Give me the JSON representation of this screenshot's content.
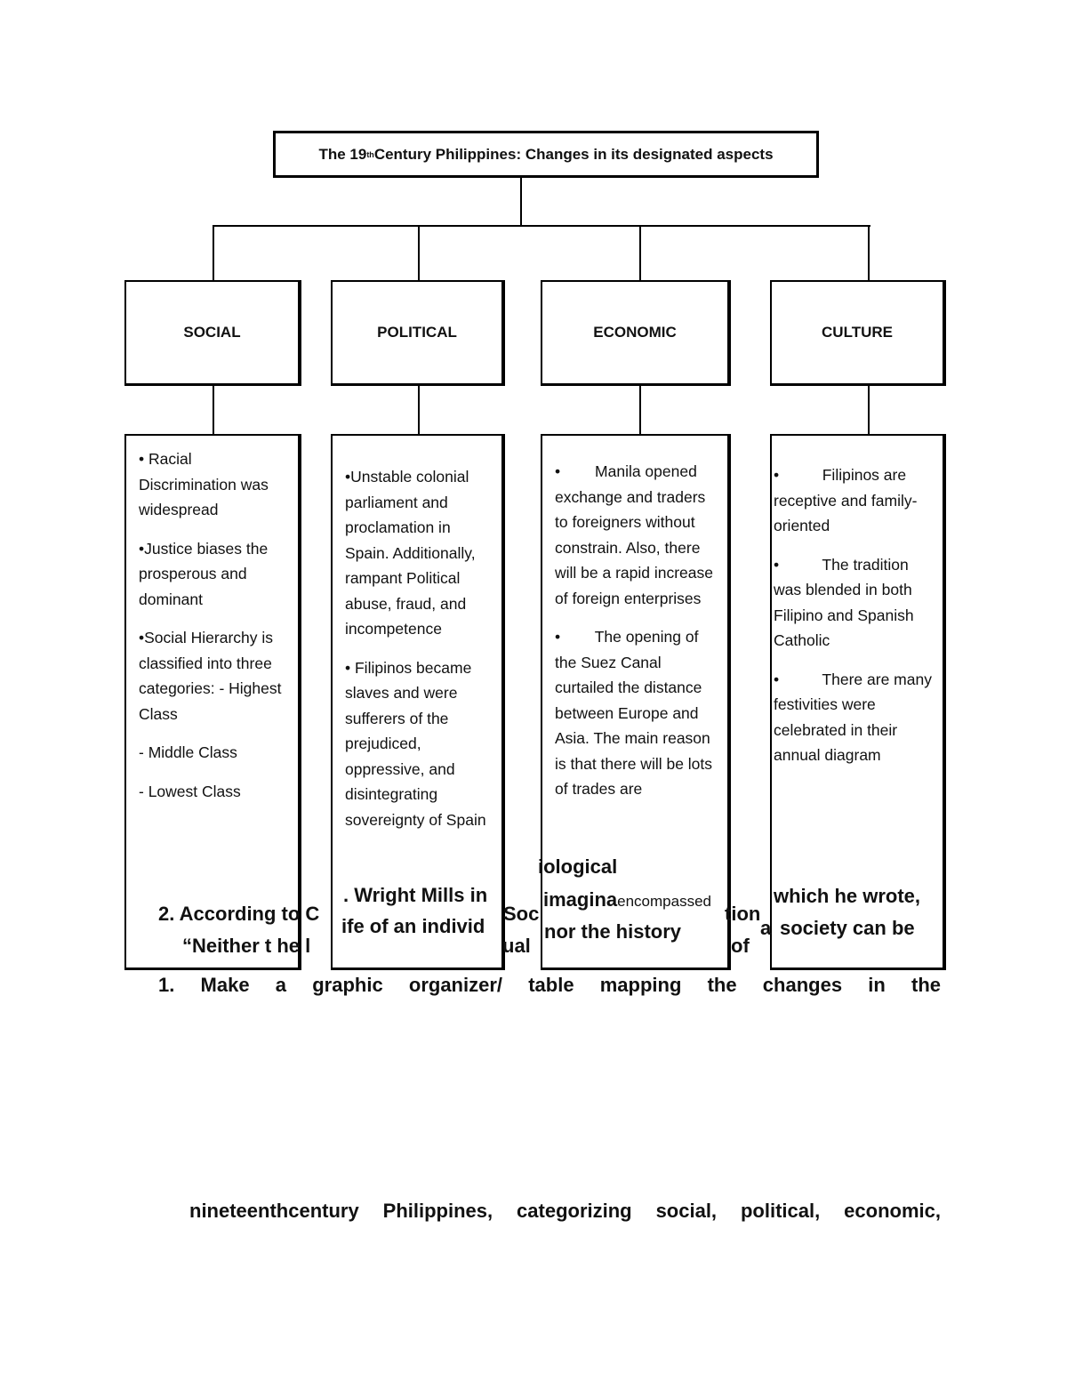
{
  "diagram": {
    "title_pre": "The 19",
    "title_sup": "th",
    "title_post": " Century Philippines: Changes in its designated aspects",
    "categories": [
      {
        "label": "SOCIAL",
        "items": [
          "• Racial Discrimination was widespread",
          "•Justice biases the prosperous and dominant",
          "•Social Hierarchy is classified into three categories: - Highest Class",
          "- Middle Class",
          "- Lowest Class"
        ]
      },
      {
        "label": "POLITICAL",
        "items": [
          "•Unstable colonial parliament and proclamation in Spain. Additionally, rampant Political abuse, fraud, and incompetence",
          "• Filipinos became slaves and were sufferers of the prejudiced, oppressive, and disintegrating sovereignty of Spain"
        ]
      },
      {
        "label": "ECONOMIC",
        "items": [
          "•        Manila opened exchange and traders to foreigners without constrain. Also, there will be a rapid increase of foreign enterprises",
          "•        The opening of the Suez Canal curtailed the distance between Europe and Asia. The main reason is that there will be lots of trades are"
        ]
      },
      {
        "label": "CULTURE",
        "items": [
          "•          Filipinos are receptive and family-oriented",
          "•          The tradition was blended in both Filipino and Spanish Catholic",
          "•          There are many festivities were celebrated in their annual diagram"
        ]
      }
    ]
  },
  "fragments": {
    "f1": "iological",
    "f2": ". Wright Mills in",
    "f3": "imagina",
    "f3b": "encompassed",
    "f4": "which he wrote,",
    "f5": "2. According to C",
    "f6": "Soc",
    "f7": "tion",
    "f8": "ife of an individ",
    "f9": "nor the history",
    "f10": "a",
    "f11": "society can be",
    "f12": "“Neither t he l",
    "f13": "ual",
    "f14": "of"
  },
  "question1_line1": [
    "1.",
    "Make",
    "a",
    "graphic",
    "organizer/",
    "table",
    "mapping",
    "the",
    "changes",
    "in",
    "the"
  ],
  "question1_line2": [
    "nineteenthcentury",
    "Philippines,",
    "categorizing",
    "social,",
    "political,",
    "economic,"
  ]
}
